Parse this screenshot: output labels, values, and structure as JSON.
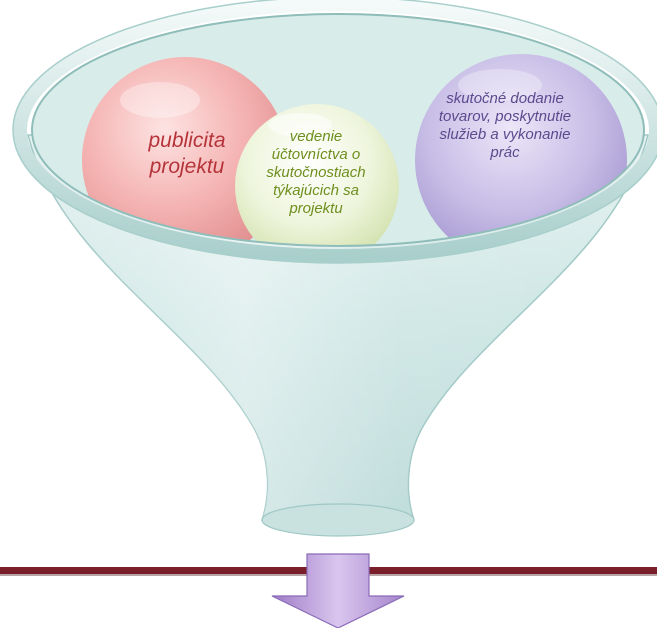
{
  "diagram": {
    "balls": [
      {
        "label": "publicita projektu",
        "color": "#f2aaa9"
      },
      {
        "label": "vedenie účtovníctva o skutočnostiach týkajúcich sa projektu",
        "color": "#e6f0cc"
      },
      {
        "label": "skutočné dodanie tovarov, poskytnutie služieb a vykonanie prác",
        "color": "#bdb0dc"
      }
    ],
    "colors": {
      "funnel": "#cfe8e6",
      "rule": "#7a1e2a",
      "arrow": "#b89ad6"
    }
  }
}
